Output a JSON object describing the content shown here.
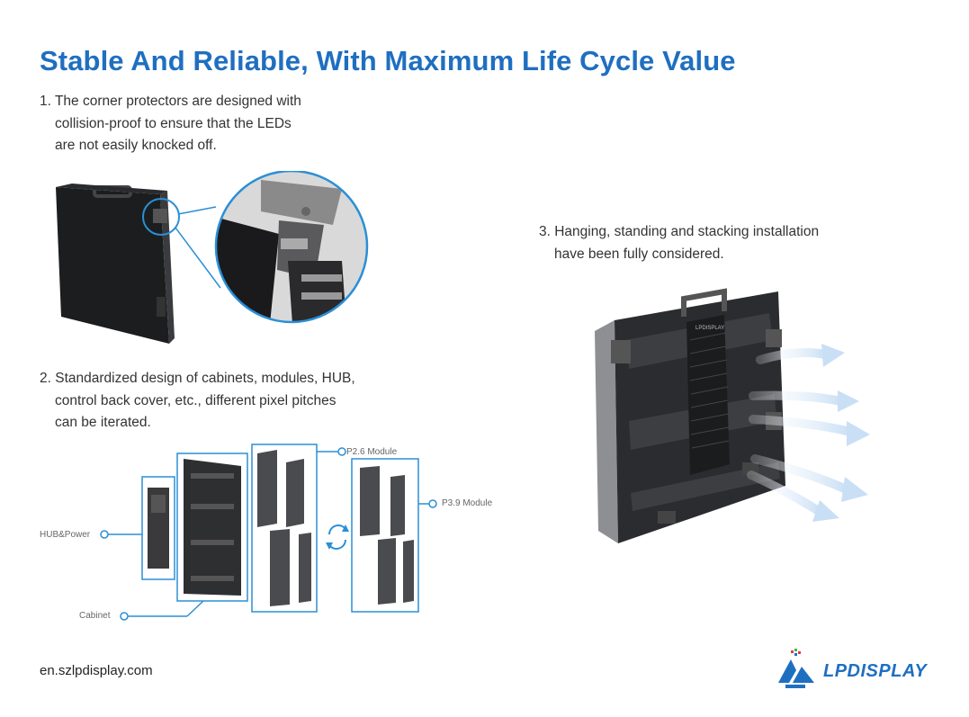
{
  "page": {
    "title": "Stable And Reliable, With Maximum Life Cycle Value",
    "website": "en.szlpdisplay.com"
  },
  "features": [
    {
      "lines": [
        "1. The corner protectors are designed with",
        "collision-proof to ensure that the LEDs",
        "are not easily knocked off."
      ]
    },
    {
      "lines": [
        "2. Standardized design of cabinets, modules, HUB,",
        "control back cover, etc., different pixel pitches",
        "can be iterated."
      ]
    },
    {
      "lines": [
        "3. Hanging, standing and stacking installation",
        "have been fully considered."
      ]
    }
  ],
  "diagram": {
    "labels": {
      "hub": "HUB&Power",
      "cabinet": "Cabinet",
      "p26": "P2.6 Module",
      "p39": "P3.9 Module"
    }
  },
  "cabinet_back": {
    "brand_mark": "LPDISPLAY"
  },
  "logo": {
    "text": "LPDISPLAY"
  },
  "colors": {
    "title": "#1f6fc0",
    "accent_outline": "#2b8fd6",
    "logo": "#1f6fc0"
  }
}
